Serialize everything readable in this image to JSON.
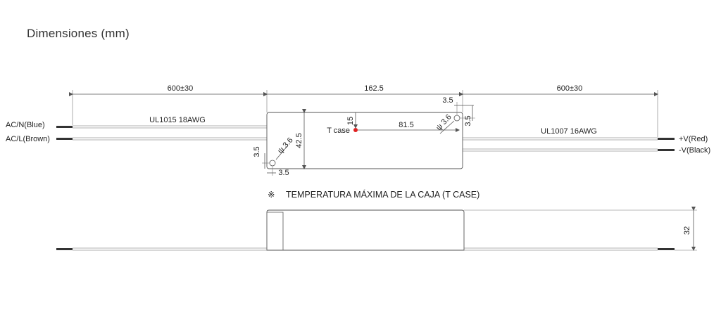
{
  "page": {
    "title": "Dimensiones (mm)"
  },
  "top_view": {
    "left_lead_length": "600±30",
    "body_length": "162.5",
    "right_lead_length": "600±30",
    "left_cable": "UL1015 18AWG",
    "right_cable": "UL1007 16AWG",
    "input_blue": "AC/N(Blue)",
    "input_brown": "AC/L(Brown)",
    "output_red": "+V(Red)",
    "output_black": "-V(Black)",
    "body_height": "42.5",
    "tcase_label": "T case",
    "tcase_x": "81.5",
    "tcase_y": "15",
    "hole_diameter_left": "ψ 3.6",
    "hole_diameter_right": "ψ 3.6",
    "hole_offset_left_v": "3.5",
    "hole_offset_left_h": "3.5",
    "hole_offset_right_top": "3.5",
    "hole_offset_right_v": "3.5"
  },
  "note": {
    "symbol": "※",
    "text": "TEMPERATURA MÁXIMA DE LA CAJA (T CASE)"
  },
  "side_view": {
    "height": "32"
  },
  "colors": {
    "tcase_dot": "#e02020",
    "line": "#555555",
    "wire": "#999999",
    "text": "#222222"
  }
}
